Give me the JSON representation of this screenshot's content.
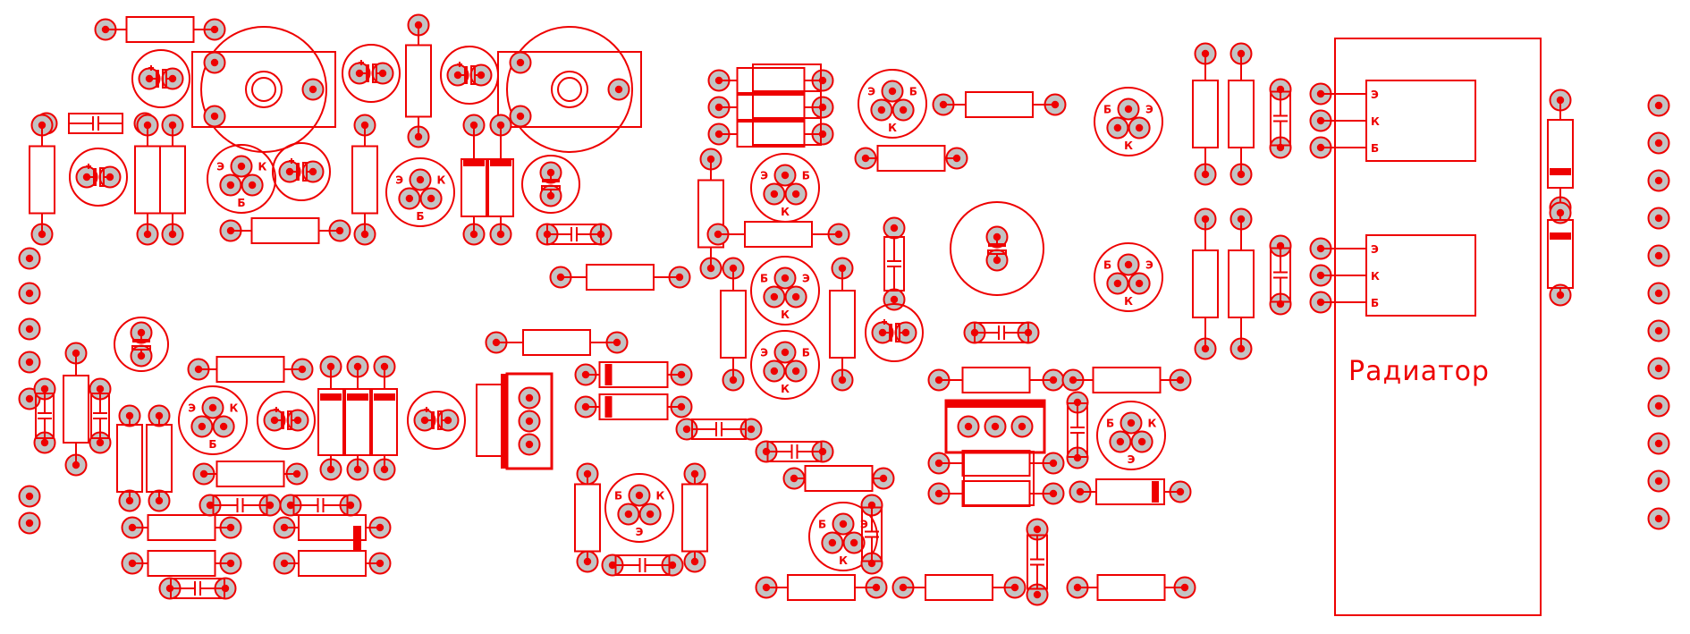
{
  "colors": {
    "background": "#ffffff",
    "silkscreen": "#ee0000",
    "pad": "#c3c3c3",
    "pin": "#ee0000"
  },
  "heatsink": {
    "label": "Радиатор"
  },
  "output_transistor_top": {
    "pins": [
      "Э",
      "К",
      "Б"
    ]
  },
  "output_transistor_bottom": {
    "pins": [
      "Э",
      "К",
      "Б"
    ]
  },
  "to92_labels": {
    "t1": [
      "К",
      "Б",
      "Э"
    ],
    "t2": [
      "К",
      "Б",
      "Э"
    ],
    "t3": [
      "Б",
      "К",
      "Э"
    ],
    "t4": [
      "Б",
      "К",
      "Э"
    ],
    "t5": [
      "Э",
      "К",
      "Б"
    ],
    "t6": [
      "Б",
      "К",
      "Э"
    ],
    "t7": [
      "Э",
      "К",
      "Б"
    ],
    "t8": [
      "К",
      "Б",
      "Э"
    ],
    "t9": [
      "Э",
      "К",
      "Б"
    ],
    "t10": [
      "К",
      "Э",
      "Б"
    ],
    "t11": [
      "Э",
      "К",
      "Б"
    ],
    "t12": [
      "К",
      "Э",
      "Б"
    ],
    "t13": [
      "Э",
      "К",
      "Б"
    ]
  }
}
